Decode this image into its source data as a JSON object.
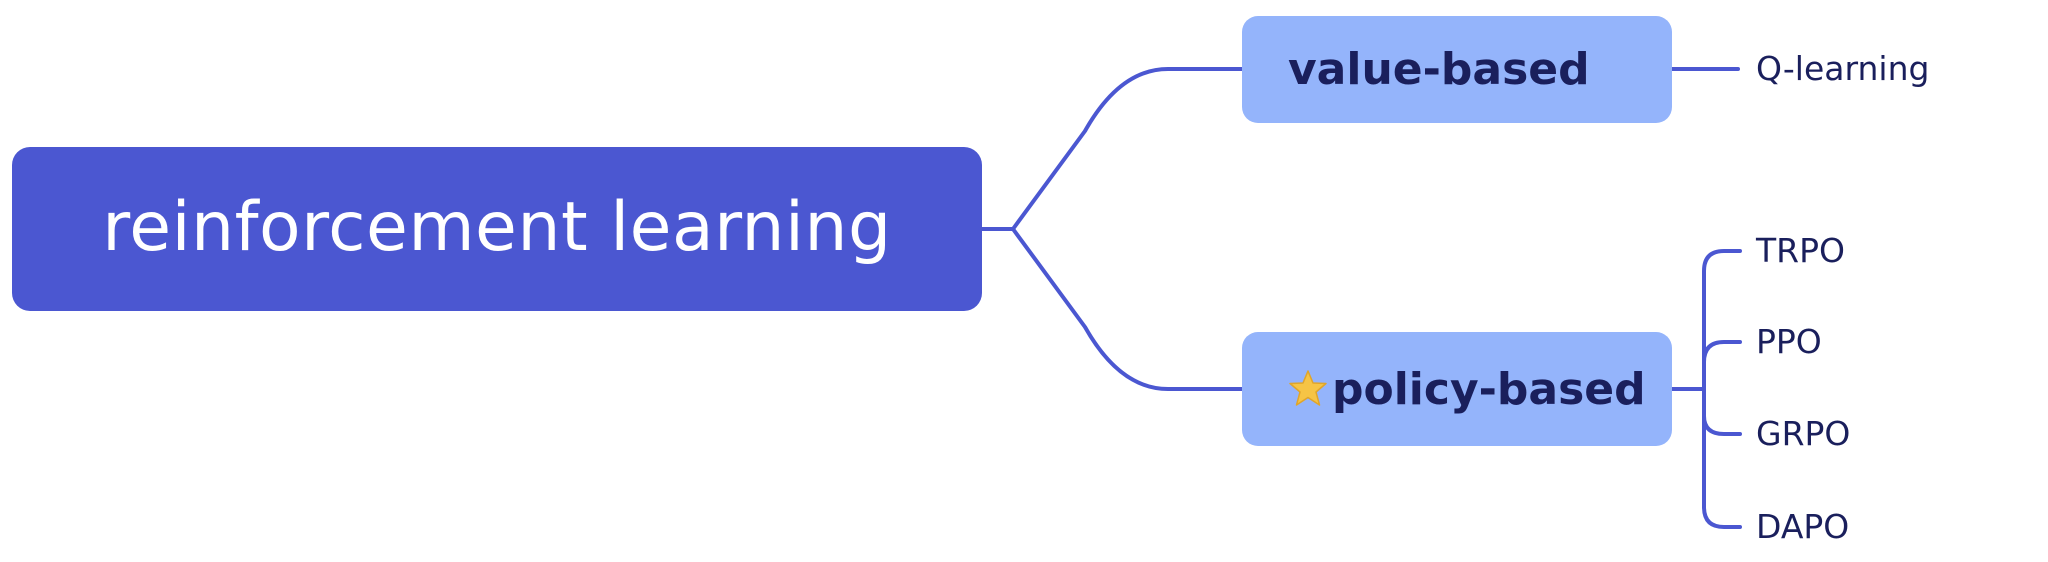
{
  "colors": {
    "root_fill": "#4B57D1",
    "branch_fill": "#94B4FB",
    "connector": "#4B57D1",
    "dark_text": "#1A1F5C",
    "root_text": "#FFFFFF",
    "star": "#F6C445"
  },
  "mindmap": {
    "root": {
      "label": "reinforcement learning"
    },
    "branches": [
      {
        "label": "value-based",
        "icon": "",
        "children": [
          "Q-learning"
        ]
      },
      {
        "label": "policy-based",
        "icon": "star-icon",
        "children": [
          "TRPO",
          "PPO",
          "GRPO",
          "DAPO"
        ]
      }
    ]
  }
}
